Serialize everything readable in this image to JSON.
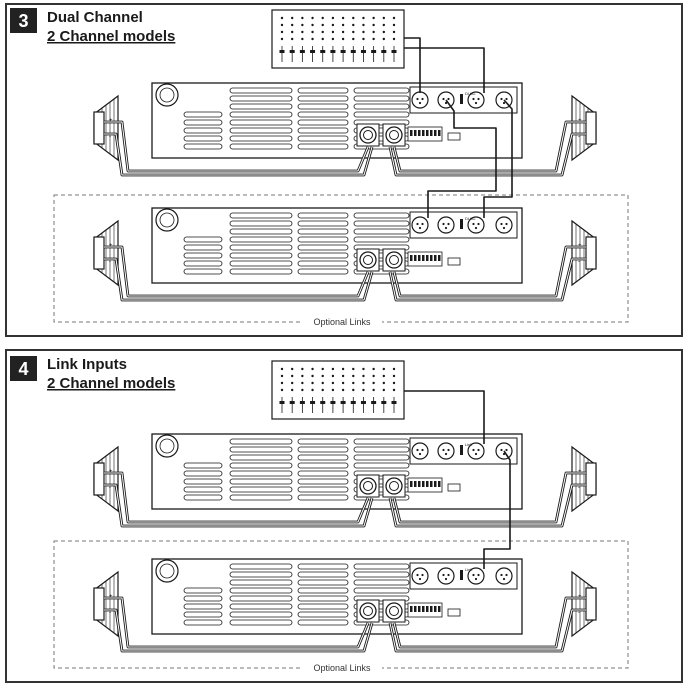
{
  "panels": [
    {
      "number": "3",
      "title": "Dual Channel",
      "subtitle": "2 Channel models",
      "optional_label": "Optional Links",
      "switch_label": "DUAL"
    },
    {
      "number": "4",
      "title": "Link Inputs",
      "subtitle": "2 Channel models",
      "optional_label": "Optional Links",
      "switch_label": "Link"
    }
  ],
  "speaker_terminals": {
    "plus": "+",
    "minus": "-"
  },
  "colors": {
    "ink": "#1a1a1a",
    "panel_border": "#333333",
    "dashed": "#777777",
    "badge_bg": "#222222",
    "badge_fg": "#ffffff"
  }
}
